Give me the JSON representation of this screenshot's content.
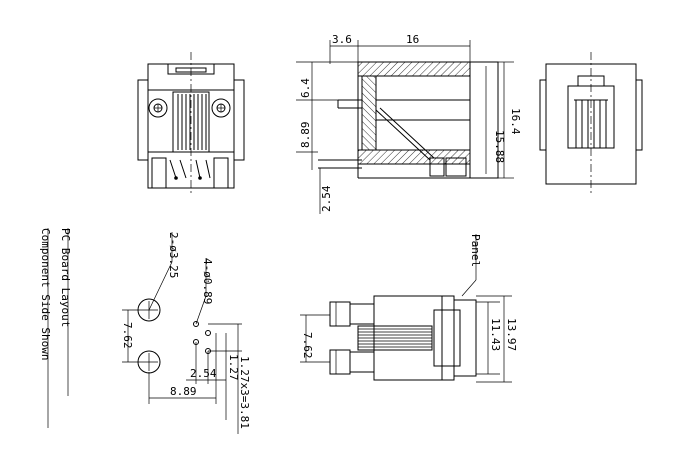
{
  "side_view": {
    "dim_top_left": "3.6",
    "dim_top_main": "16",
    "dim_left_a": "6.4",
    "dim_left_b": "8.89",
    "dim_bottom": "2.54",
    "dim_right_inner": "15.88",
    "dim_right_outer": "16.4"
  },
  "pcb_layout": {
    "caption_line1": "PC Board Layout",
    "caption_line2": "Component Side Shown",
    "hole_large": "2-ø3.25",
    "hole_small": "4-ø0.89",
    "dim_spacing": "7.62",
    "dim_254": "2.54",
    "dim_889": "8.89",
    "dim_127": "1.27",
    "dim_1273": "1.27x3=3.81"
  },
  "bottom_view": {
    "panel_label": "Panel",
    "dim_left": "7.62",
    "dim_inner": "11.43",
    "dim_outer": "13.97"
  }
}
